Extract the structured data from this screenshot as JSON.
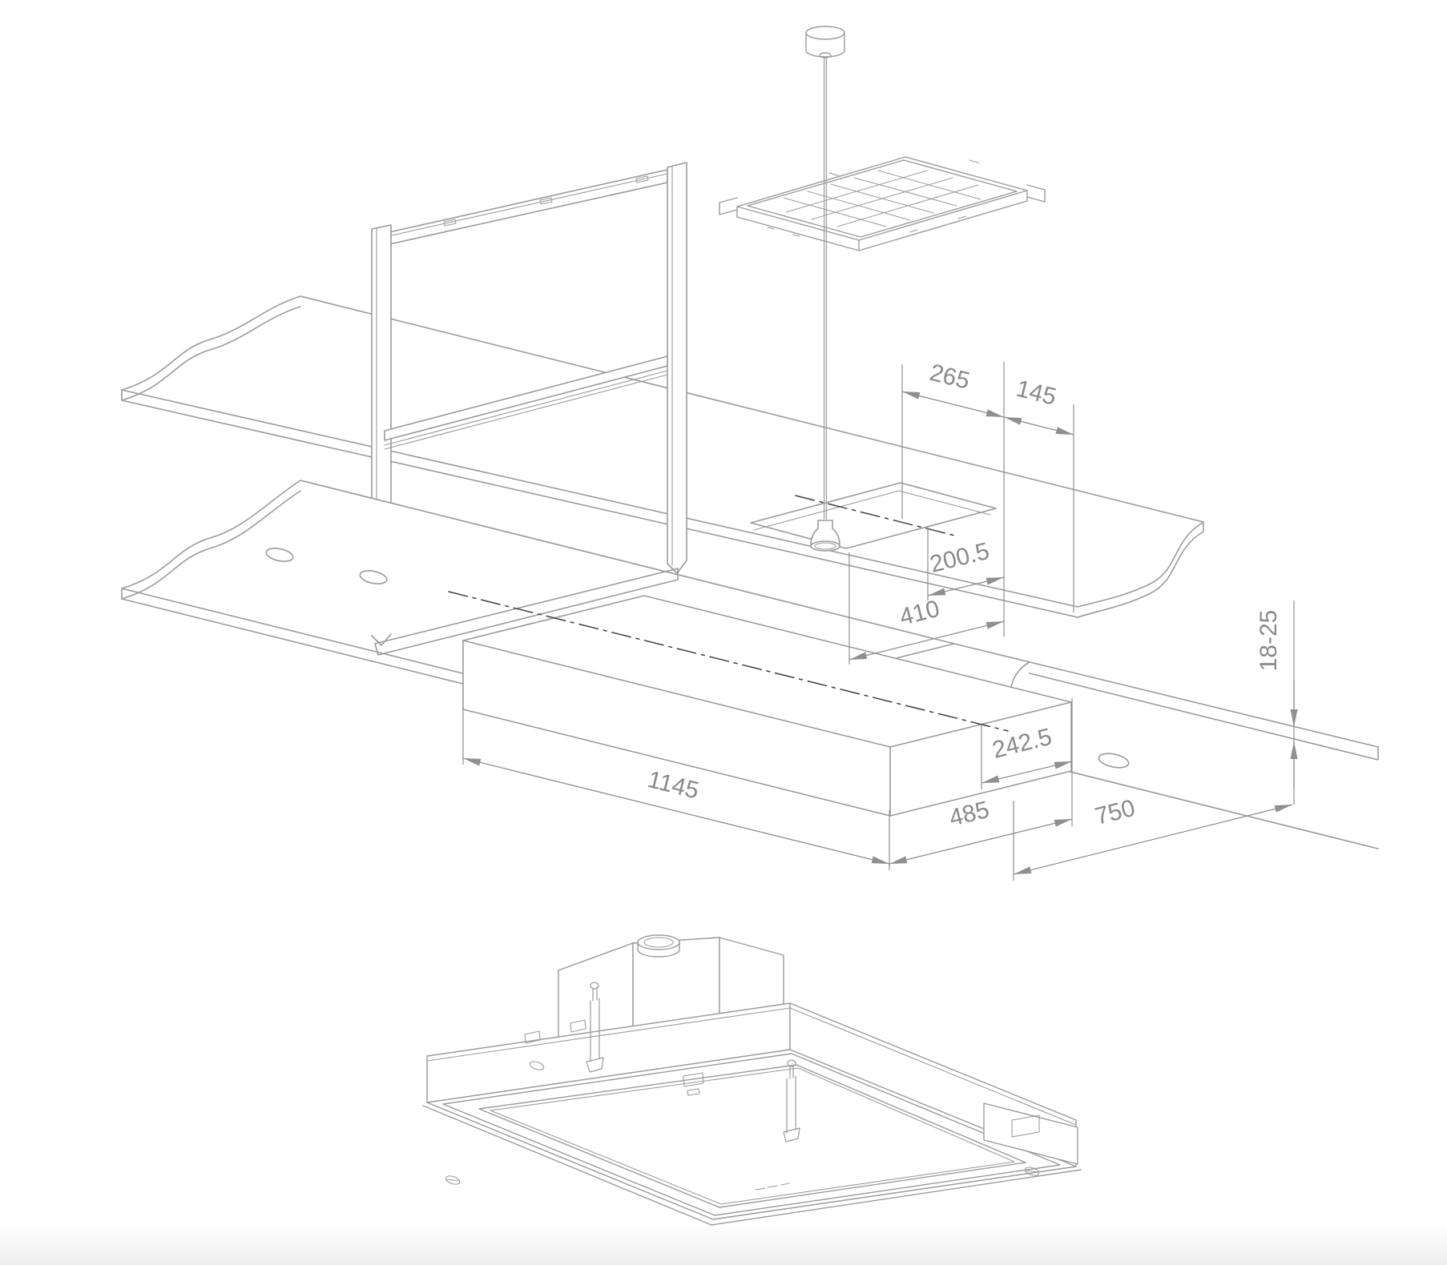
{
  "drawing": {
    "type": "ceiling-extractor-hood-installation-diagram",
    "colors": {
      "line": "#9b9b9b",
      "dimension": "#8f8f8f",
      "centerline": "#3f3f3f",
      "background": "#ffffff",
      "bottom_fade": "#ededed"
    },
    "dims": {
      "cutout_to_rear": "265",
      "cutout_to_front_edge": "145",
      "duct_center_offset": "200.5",
      "cutout_length": "410",
      "hood_body_length": "1145",
      "hood_end_width": "242.5",
      "hood_body_width": "485",
      "side_clearance": "750",
      "panel_thickness_range": "18-25"
    }
  }
}
